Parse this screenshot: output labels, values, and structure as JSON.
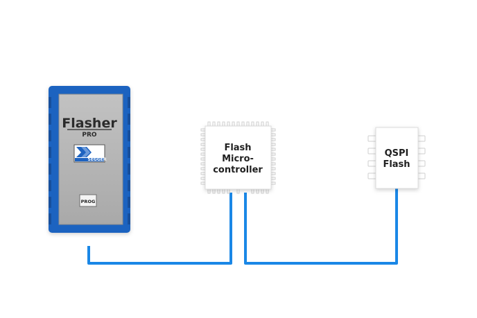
{
  "flasher": {
    "brand": "Flasher",
    "model": "PRO",
    "logo_text": "SEGGER",
    "button_label": "PROG"
  },
  "mcu": {
    "line1": "Flash",
    "line2": "Micro-",
    "line3": "controller"
  },
  "qspi": {
    "line1": "QSPI",
    "line2": "Flash"
  },
  "colors": {
    "flasher_blue": "#1e63c0",
    "flasher_face": "#b7b7b7",
    "wire_blue": "#1a87e6",
    "chip_body": "#ffffff",
    "chip_outline": "#d6d6d6"
  }
}
